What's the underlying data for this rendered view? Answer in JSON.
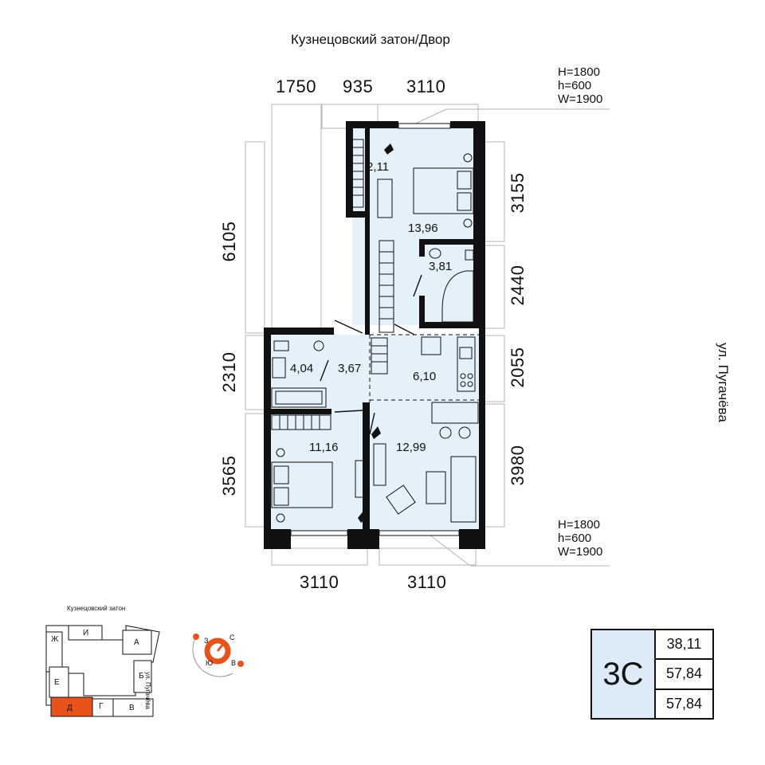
{
  "streets": {
    "top": "Кузнецовский затон/Двор",
    "right": "ул. Пугачёва"
  },
  "dimensions": {
    "top": [
      "1750",
      "935",
      "3110"
    ],
    "bottom": [
      "3110",
      "3110"
    ],
    "left": [
      "6105",
      "2310",
      "3565"
    ],
    "right": [
      "3155",
      "2440",
      "2055",
      "3980"
    ]
  },
  "windows": {
    "top": [
      "H=1800",
      "h=600",
      "W=1900"
    ],
    "bottom": [
      "H=1800",
      "h=600",
      "W=1900"
    ]
  },
  "rooms": [
    {
      "name": "wardrobe",
      "area": "2,11"
    },
    {
      "name": "bedroom",
      "area": "13,96"
    },
    {
      "name": "bathroom-1",
      "area": "3,81"
    },
    {
      "name": "bathroom-2",
      "area": "4,04"
    },
    {
      "name": "hallway",
      "area": "3,67"
    },
    {
      "name": "kitchen",
      "area": "6,10"
    },
    {
      "name": "bedroom-2",
      "area": "11,16"
    },
    {
      "name": "living-room",
      "area": "12,99"
    }
  ],
  "site_plan": {
    "title": "Кузнецовский затон",
    "street": "ул. Пугачёва",
    "blocks": [
      "Ж",
      "И",
      "А",
      "Е",
      "Б",
      "Д",
      "Г",
      "В"
    ],
    "highlight": "Д",
    "highlight_color": "#e8531c"
  },
  "compass": {
    "labels": [
      "З",
      "С",
      "Ю",
      "В"
    ],
    "accent_color": "#e8531c"
  },
  "summary": {
    "code": "3С",
    "values": [
      "38,11",
      "57,84",
      "57,84"
    ]
  },
  "colors": {
    "room_fill": "#e4f0fa",
    "wall": "#111111",
    "accent": "#e8531c",
    "summary_fill": "#dcebf7"
  }
}
